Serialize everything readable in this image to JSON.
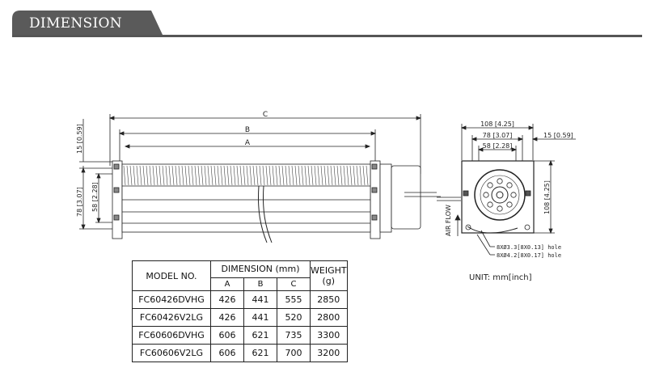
{
  "header": {
    "title": "DIMENSION"
  },
  "side_view": {
    "labels": {
      "c": "C",
      "b": "B",
      "a": "A"
    },
    "left_dims": {
      "top_offset": "15 [0.59]",
      "height": "78 [3.07]",
      "mid": "58 [2.28]"
    }
  },
  "end_view": {
    "width": "108 [4.25]",
    "inner": "78 [3.07]",
    "mid": "58 [2.28]",
    "offset": "15 [0.59]",
    "height": "108 [4.25]",
    "airflow": "AIR FLOW",
    "hole_small": "8XØ3.3[8X0.13] hole",
    "hole_large": "8XØ4.2[8X0.17] hole"
  },
  "unit": "UNIT: mm[inch]",
  "table": {
    "model_header": "MODEL NO.",
    "dimension_header": "DIMENSION  (mm)",
    "weight_header": "WEIGHT (g)",
    "sub_a": "A",
    "sub_b": "B",
    "sub_c": "C",
    "rows": [
      {
        "model": "FC60426DVHG",
        "a": "426",
        "b": "441",
        "c": "555",
        "weight": "2850"
      },
      {
        "model": "FC60426V2LG",
        "a": "426",
        "b": "441",
        "c": "520",
        "weight": "2800"
      },
      {
        "model": "FC60606DVHG",
        "a": "606",
        "b": "621",
        "c": "735",
        "weight": "3300"
      },
      {
        "model": "FC60606V2LG",
        "a": "606",
        "b": "621",
        "c": "700",
        "weight": "3200"
      }
    ]
  }
}
